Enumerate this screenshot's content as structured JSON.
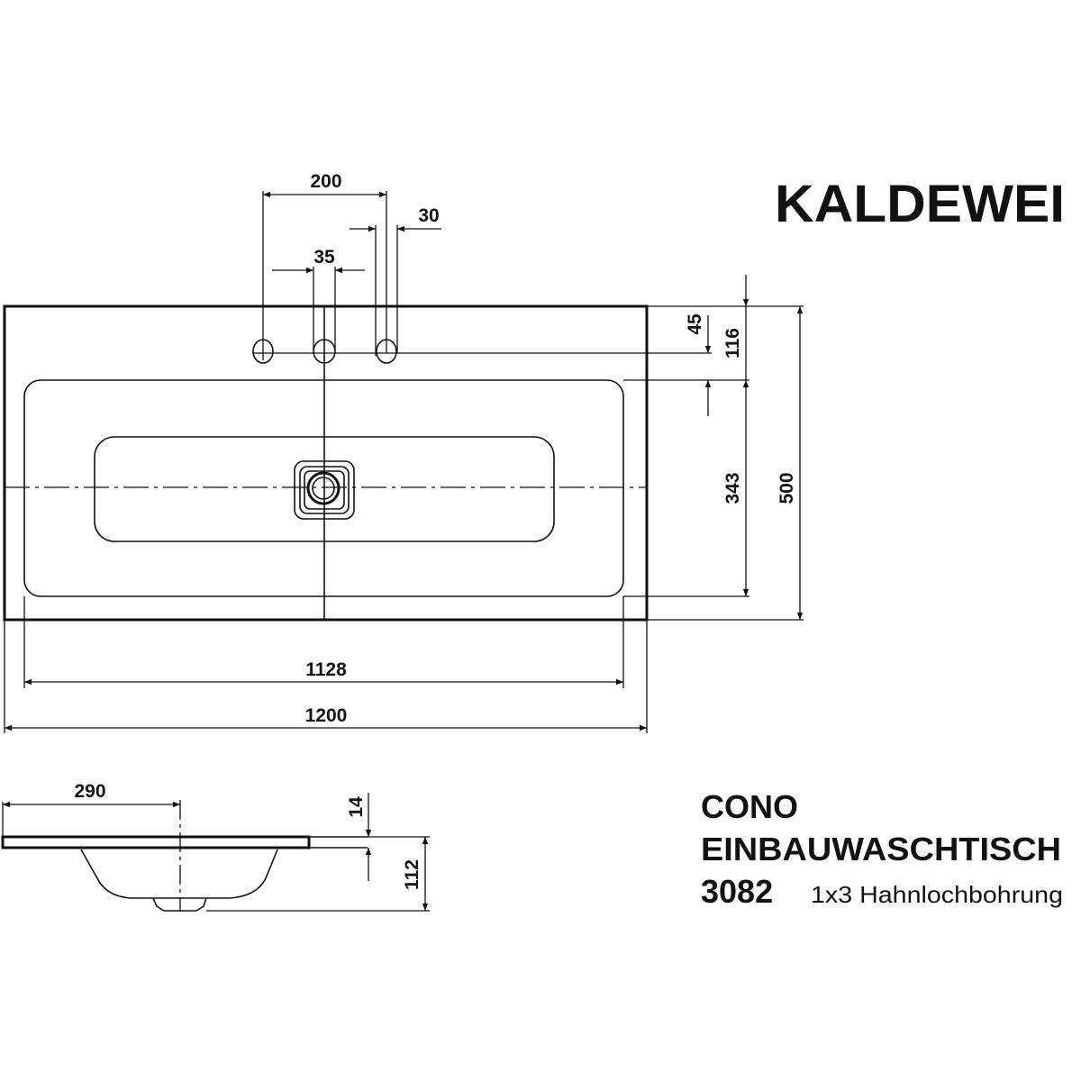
{
  "brand": "KALDEWEI",
  "product": {
    "series": "CONO",
    "type": "EINBAUWASCHTISCH",
    "model": "3082",
    "variant": "1x3 Hahnlochbohrung"
  },
  "dimensions_top": {
    "tap_spacing": "200",
    "tap_hole_dia": "30",
    "center_hole_dia": "35",
    "hole_offset": "45",
    "rim_depth": "116",
    "basin_depth": "343",
    "total_depth": "500",
    "basin_width": "1128",
    "total_width": "1200"
  },
  "dimensions_side": {
    "drain_offset": "290",
    "rim_thickness": "14",
    "total_height": "112"
  }
}
